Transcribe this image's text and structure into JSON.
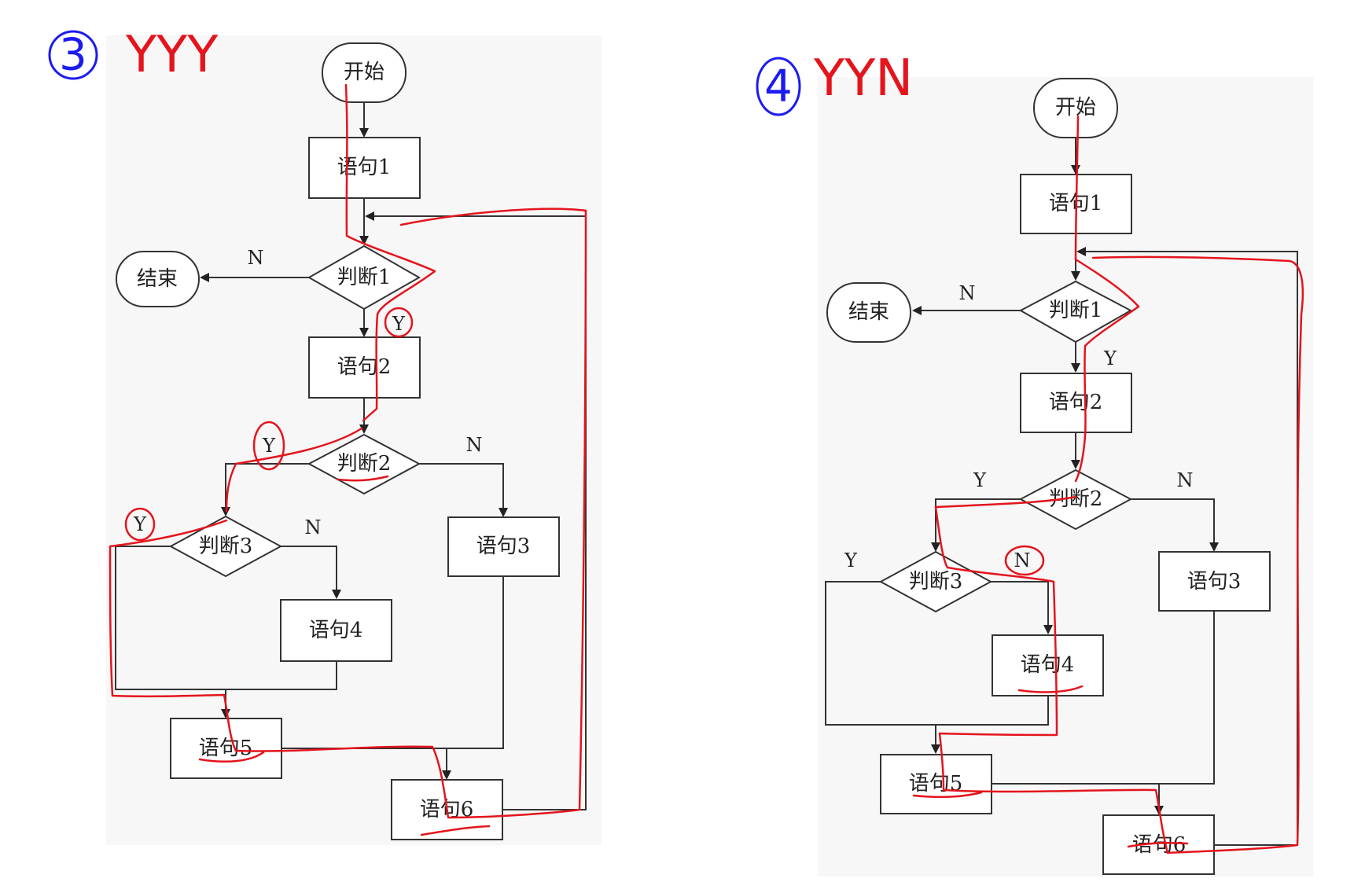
{
  "panels": [
    {
      "number": "3",
      "annotation": "YYY",
      "nodes": {
        "start": "开始",
        "s1": "语句1",
        "d1": "判断1",
        "end": "结束",
        "s2": "语句2",
        "d2": "判断2",
        "d3": "判断3",
        "s3": "语句3",
        "s4": "语句4",
        "s5": "语句5",
        "s6": "语句6"
      },
      "branch_labels": {
        "d1_no": "N",
        "d1_yes": "Y",
        "d2_yes": "Y",
        "d2_no": "N",
        "d3_yes": "Y",
        "d3_no": "N"
      }
    },
    {
      "number": "4",
      "annotation": "YYN",
      "nodes": {
        "start": "开始",
        "s1": "语句1",
        "d1": "判断1",
        "end": "结束",
        "s2": "语句2",
        "d2": "判断2",
        "d3": "判断3",
        "s3": "语句3",
        "s4": "语句4",
        "s5": "语句5",
        "s6": "语句6"
      },
      "branch_labels": {
        "d1_no": "N",
        "d1_yes": "Y",
        "d2_yes": "Y",
        "d2_no": "N",
        "d3_yes": "Y",
        "d3_no": "N"
      }
    }
  ],
  "colors": {
    "annotation_ink": "#e4141d",
    "number_ink": "#1b1bf0",
    "flowchart_stroke": "#333333"
  }
}
